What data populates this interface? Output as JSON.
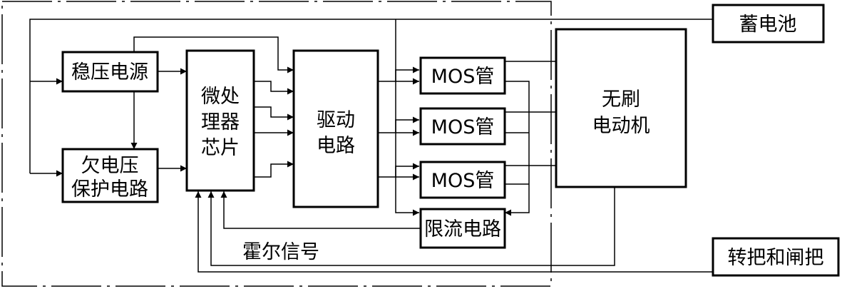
{
  "blocks": {
    "regulator": "稳压电源",
    "undervoltage": [
      "欠电压",
      "保护电路"
    ],
    "mcu": [
      "微处",
      "理器",
      "芯片"
    ],
    "driver": [
      "驱动",
      "电路"
    ],
    "mos_1": "MOS管",
    "mos_2": "MOS管",
    "mos_3": "MOS管",
    "current_limit": "限流电路",
    "motor": [
      "无刷",
      "电动机"
    ],
    "battery": "蓄电池",
    "throttle_brake": "转把和闸把"
  },
  "signals": {
    "hall": "霍尔信号"
  }
}
